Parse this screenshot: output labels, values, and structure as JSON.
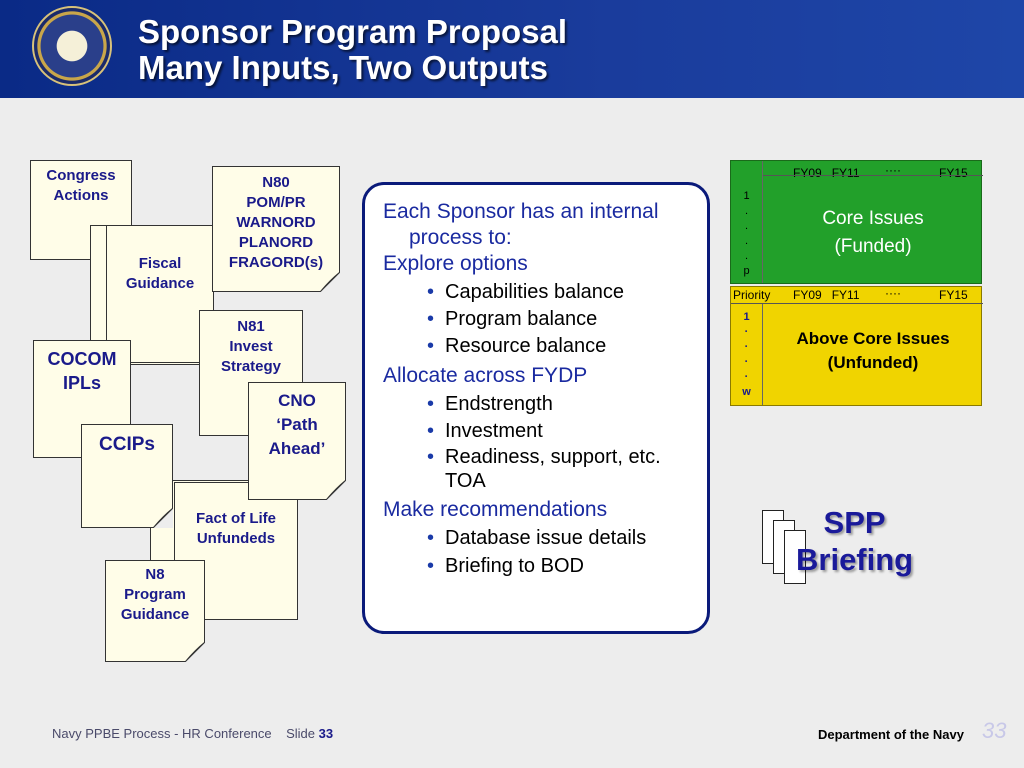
{
  "header": {
    "seal_alt": "Department of the Navy seal",
    "title_line1": "Sponsor Program Proposal",
    "title_line2": "Many Inputs, Two Outputs"
  },
  "inputs": {
    "congress": [
      "Congress",
      "Actions"
    ],
    "n80": [
      "N80",
      "POM/PR",
      "WARNORD",
      "PLANORD",
      "FRAGORD(s)"
    ],
    "fiscal": [
      "Fiscal",
      "Guidance"
    ],
    "n81": [
      "N81",
      "Invest",
      "Strategy"
    ],
    "cocom": [
      "COCOM",
      "IPLs"
    ],
    "cno": [
      "CNO",
      "‘Path",
      "Ahead’"
    ],
    "ccips": [
      "CCIPs"
    ],
    "fol": [
      "Fact of Life",
      "Unfundeds"
    ],
    "n8": [
      "N8",
      "Program",
      "Guidance"
    ]
  },
  "process": {
    "intro": "Each Sponsor has an internal process to:",
    "sections": [
      {
        "heading": "Explore options",
        "bullets": [
          "Capabilities balance",
          "Program balance",
          "Resource balance"
        ]
      },
      {
        "heading": "Allocate across FYDP",
        "bullets": [
          "Endstrength",
          "Investment",
          "Readiness, support, etc. TOA"
        ]
      },
      {
        "heading": "Make recommendations",
        "bullets": [
          "Database issue details",
          "Briefing to BOD"
        ]
      }
    ]
  },
  "outputs": {
    "core": {
      "fy_start": "FY09",
      "fy_next": "FY11",
      "dots": "····",
      "fy_end": "FY15",
      "priority_col": [
        "1",
        ".",
        ".",
        ".",
        ".",
        "p"
      ],
      "label1": "Core Issues",
      "label2": "(Funded)",
      "color": "#22a02a"
    },
    "above": {
      "priority_label": "Priority",
      "fy_start": "FY09",
      "fy_next": "FY11",
      "dots": "····",
      "fy_end": "FY15",
      "priority_col": [
        "1",
        "·",
        "·",
        "·",
        "·",
        "w"
      ],
      "label1": "Above Core Issues",
      "label2": "(Unfunded)",
      "color": "#f0d400"
    },
    "spp": [
      "SPP",
      "Briefing"
    ]
  },
  "footer": {
    "left": "Navy PPBE Process -  HR Conference",
    "slide_label": "Slide",
    "slide_num": "33",
    "right": "Department of the Navy",
    "page": "33"
  }
}
